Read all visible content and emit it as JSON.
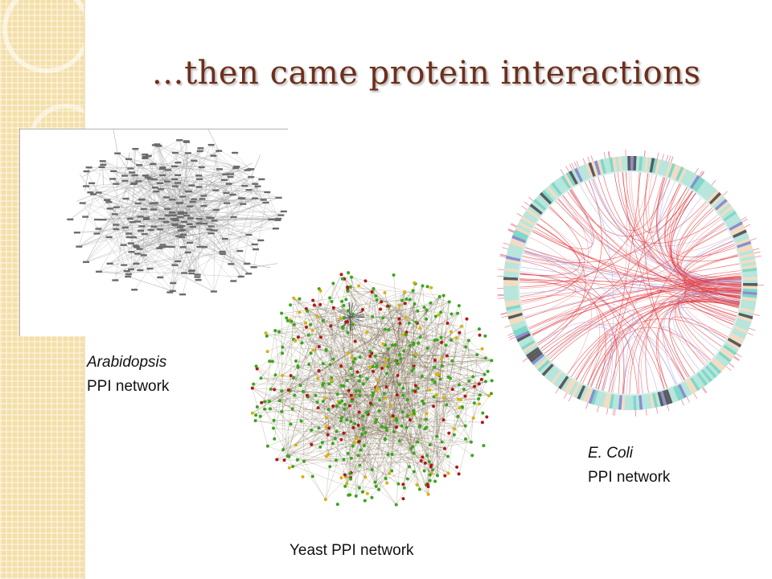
{
  "slide": {
    "title": "…then came protein interactions"
  },
  "captions": {
    "arabidopsis": {
      "name": "Arabidopsis",
      "label": "PPI network"
    },
    "yeast": {
      "label": "Yeast PPI network"
    },
    "ecoli": {
      "name": "E. Coli",
      "label": "PPI network"
    }
  },
  "colors": {
    "title": "#6e2f1b",
    "band": "#f3dfa8",
    "yeast_node_green": "#3aa51e",
    "yeast_node_red": "#b01818",
    "yeast_node_yellow": "#d8b20a",
    "ecoli_edge_red": "#e2363a",
    "ecoli_ring": "#b7e5dc"
  }
}
